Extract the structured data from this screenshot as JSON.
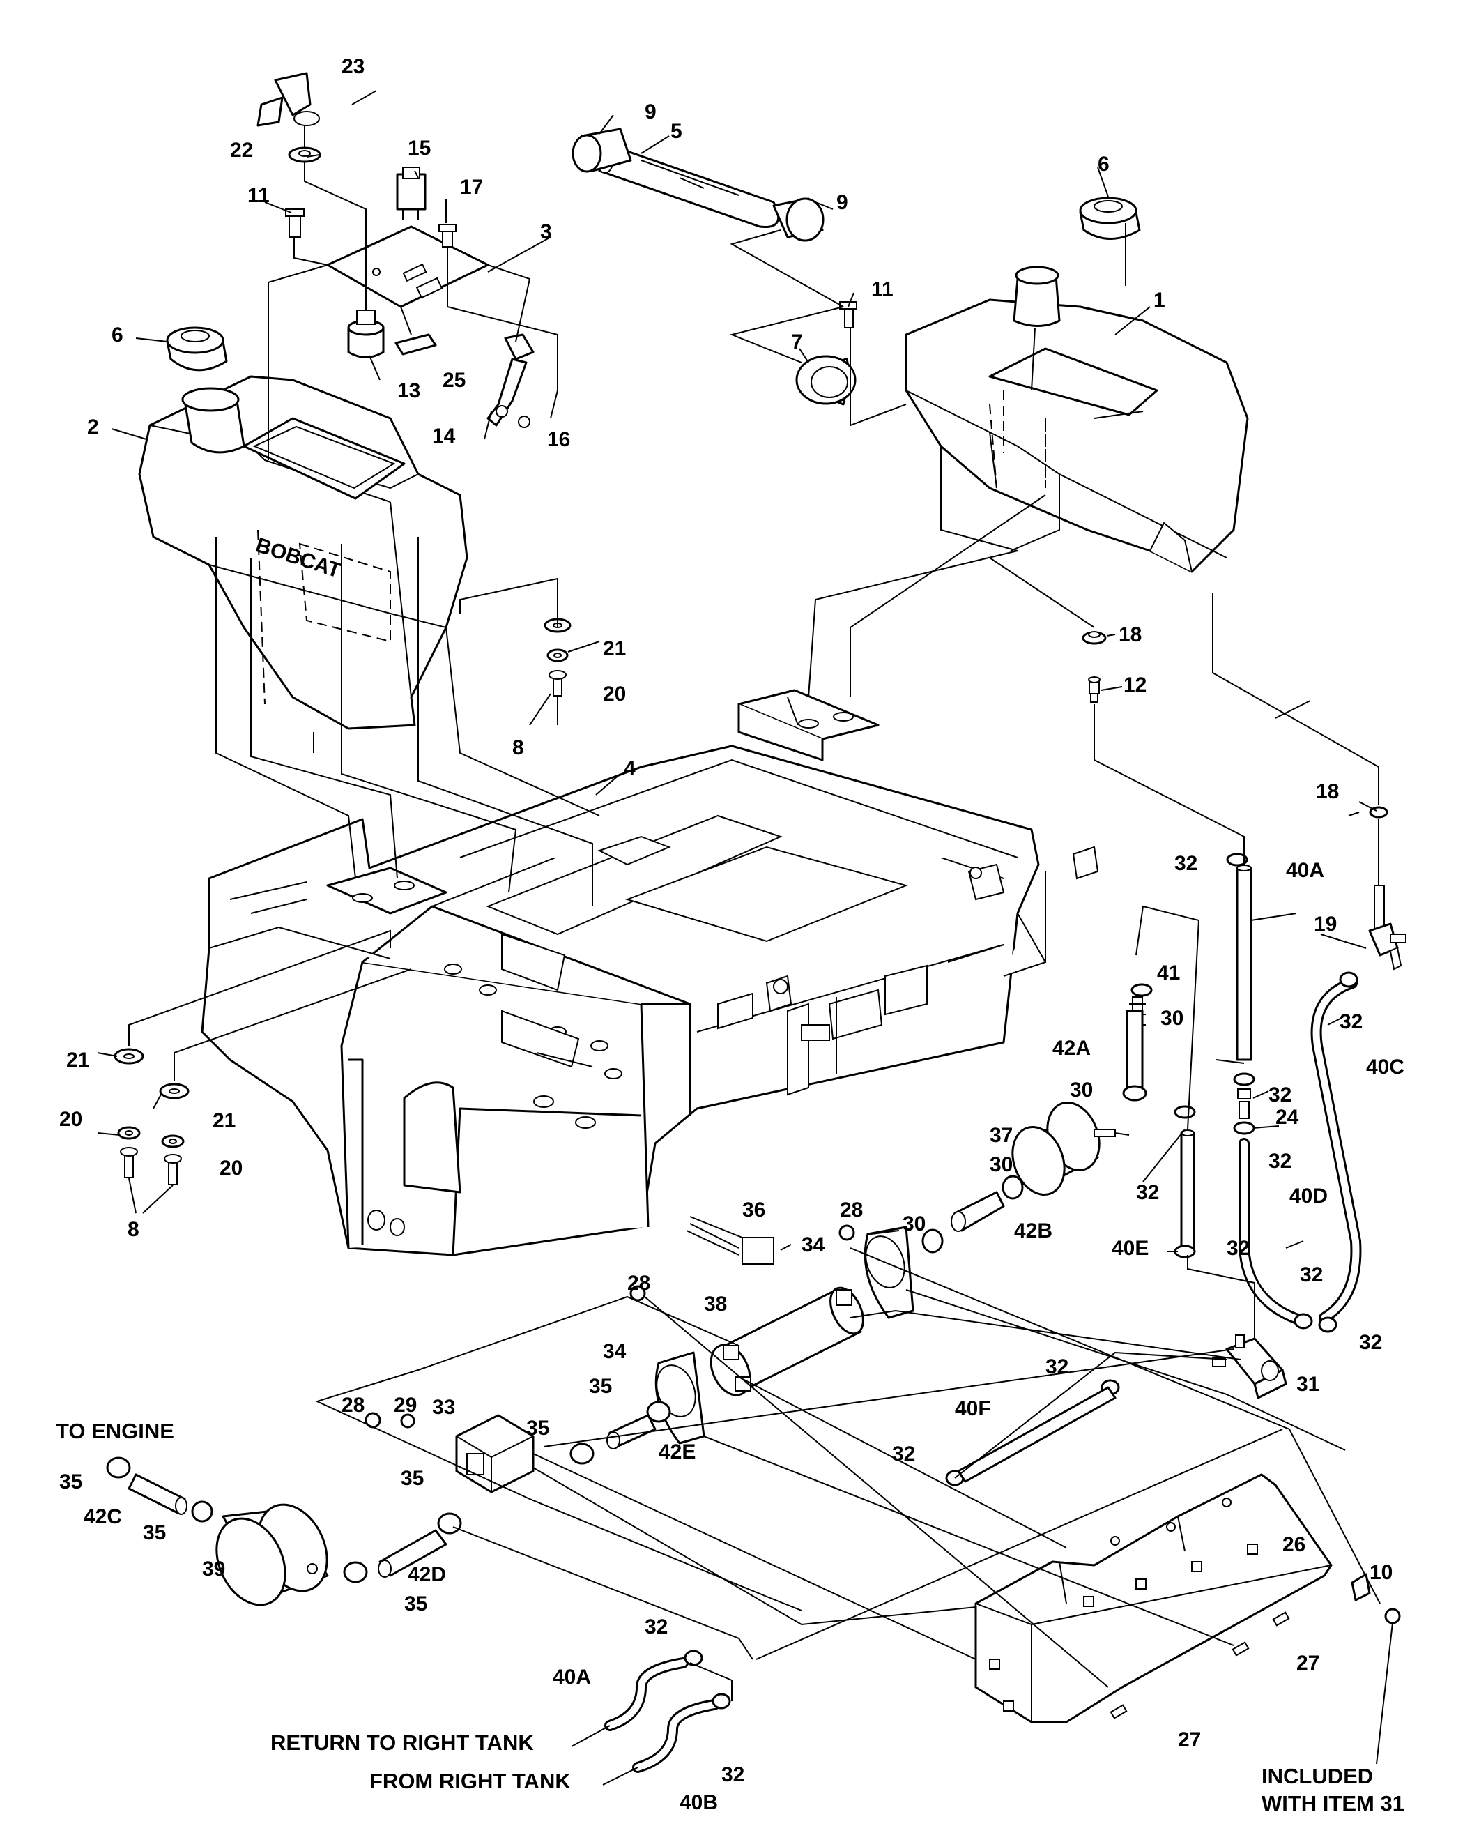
{
  "brand_text": "BOBCAT",
  "callouts": {
    "c1": "1",
    "c2": "2",
    "c3": "3",
    "c4": "4",
    "c5": "5",
    "c6a": "6",
    "c6b": "6",
    "c7": "7",
    "c8a": "8",
    "c8b": "8",
    "c9a": "9",
    "c9b": "9",
    "c10": "10",
    "c11a": "11",
    "c11b": "11",
    "c12": "12",
    "c13": "13",
    "c14": "14",
    "c15": "15",
    "c16": "16",
    "c17": "17",
    "c18a": "18",
    "c18b": "18",
    "c19": "19",
    "c20a": "20",
    "c20b": "20",
    "c20c": "20",
    "c21a": "21",
    "c21b": "21",
    "c21c": "21",
    "c22": "22",
    "c23": "23",
    "c24": "24",
    "c25": "25",
    "c26": "26",
    "c27a": "27",
    "c27b": "27",
    "c28a": "28",
    "c28b": "28",
    "c28c": "28",
    "c29": "29",
    "c30a": "30",
    "c30b": "30",
    "c30c": "30",
    "c31": "31",
    "c32a": "32",
    "c32b": "32",
    "c32c": "32",
    "c32d": "32",
    "c32e": "32",
    "c32f": "32",
    "c32g": "32",
    "c32h": "32",
    "c32i": "32",
    "c32j": "32",
    "c32k": "32",
    "c32l": "32",
    "c33": "33",
    "c34a": "34",
    "c34b": "34",
    "c35a": "35",
    "c35b": "35",
    "c35c": "35",
    "c35d": "35",
    "c35e": "35",
    "c35f": "35",
    "c36": "36",
    "c37": "37",
    "c38": "38",
    "c39": "39",
    "c40A_top": "40A",
    "c40A_bot": "40A",
    "c40B": "40B",
    "c40C": "40C",
    "c40D": "40D",
    "c40E": "40E",
    "c40F": "40F",
    "c41": "41",
    "c42A": "42A",
    "c42B": "42B",
    "c42C": "42C",
    "c42D": "42D",
    "c42E": "42E"
  },
  "notes": {
    "to_engine": "TO ENGINE",
    "return_right_tank": "RETURN TO RIGHT TANK",
    "from_right_tank": "FROM RIGHT TANK",
    "included_line1": "INCLUDED",
    "included_line2": "WITH ITEM 31"
  }
}
